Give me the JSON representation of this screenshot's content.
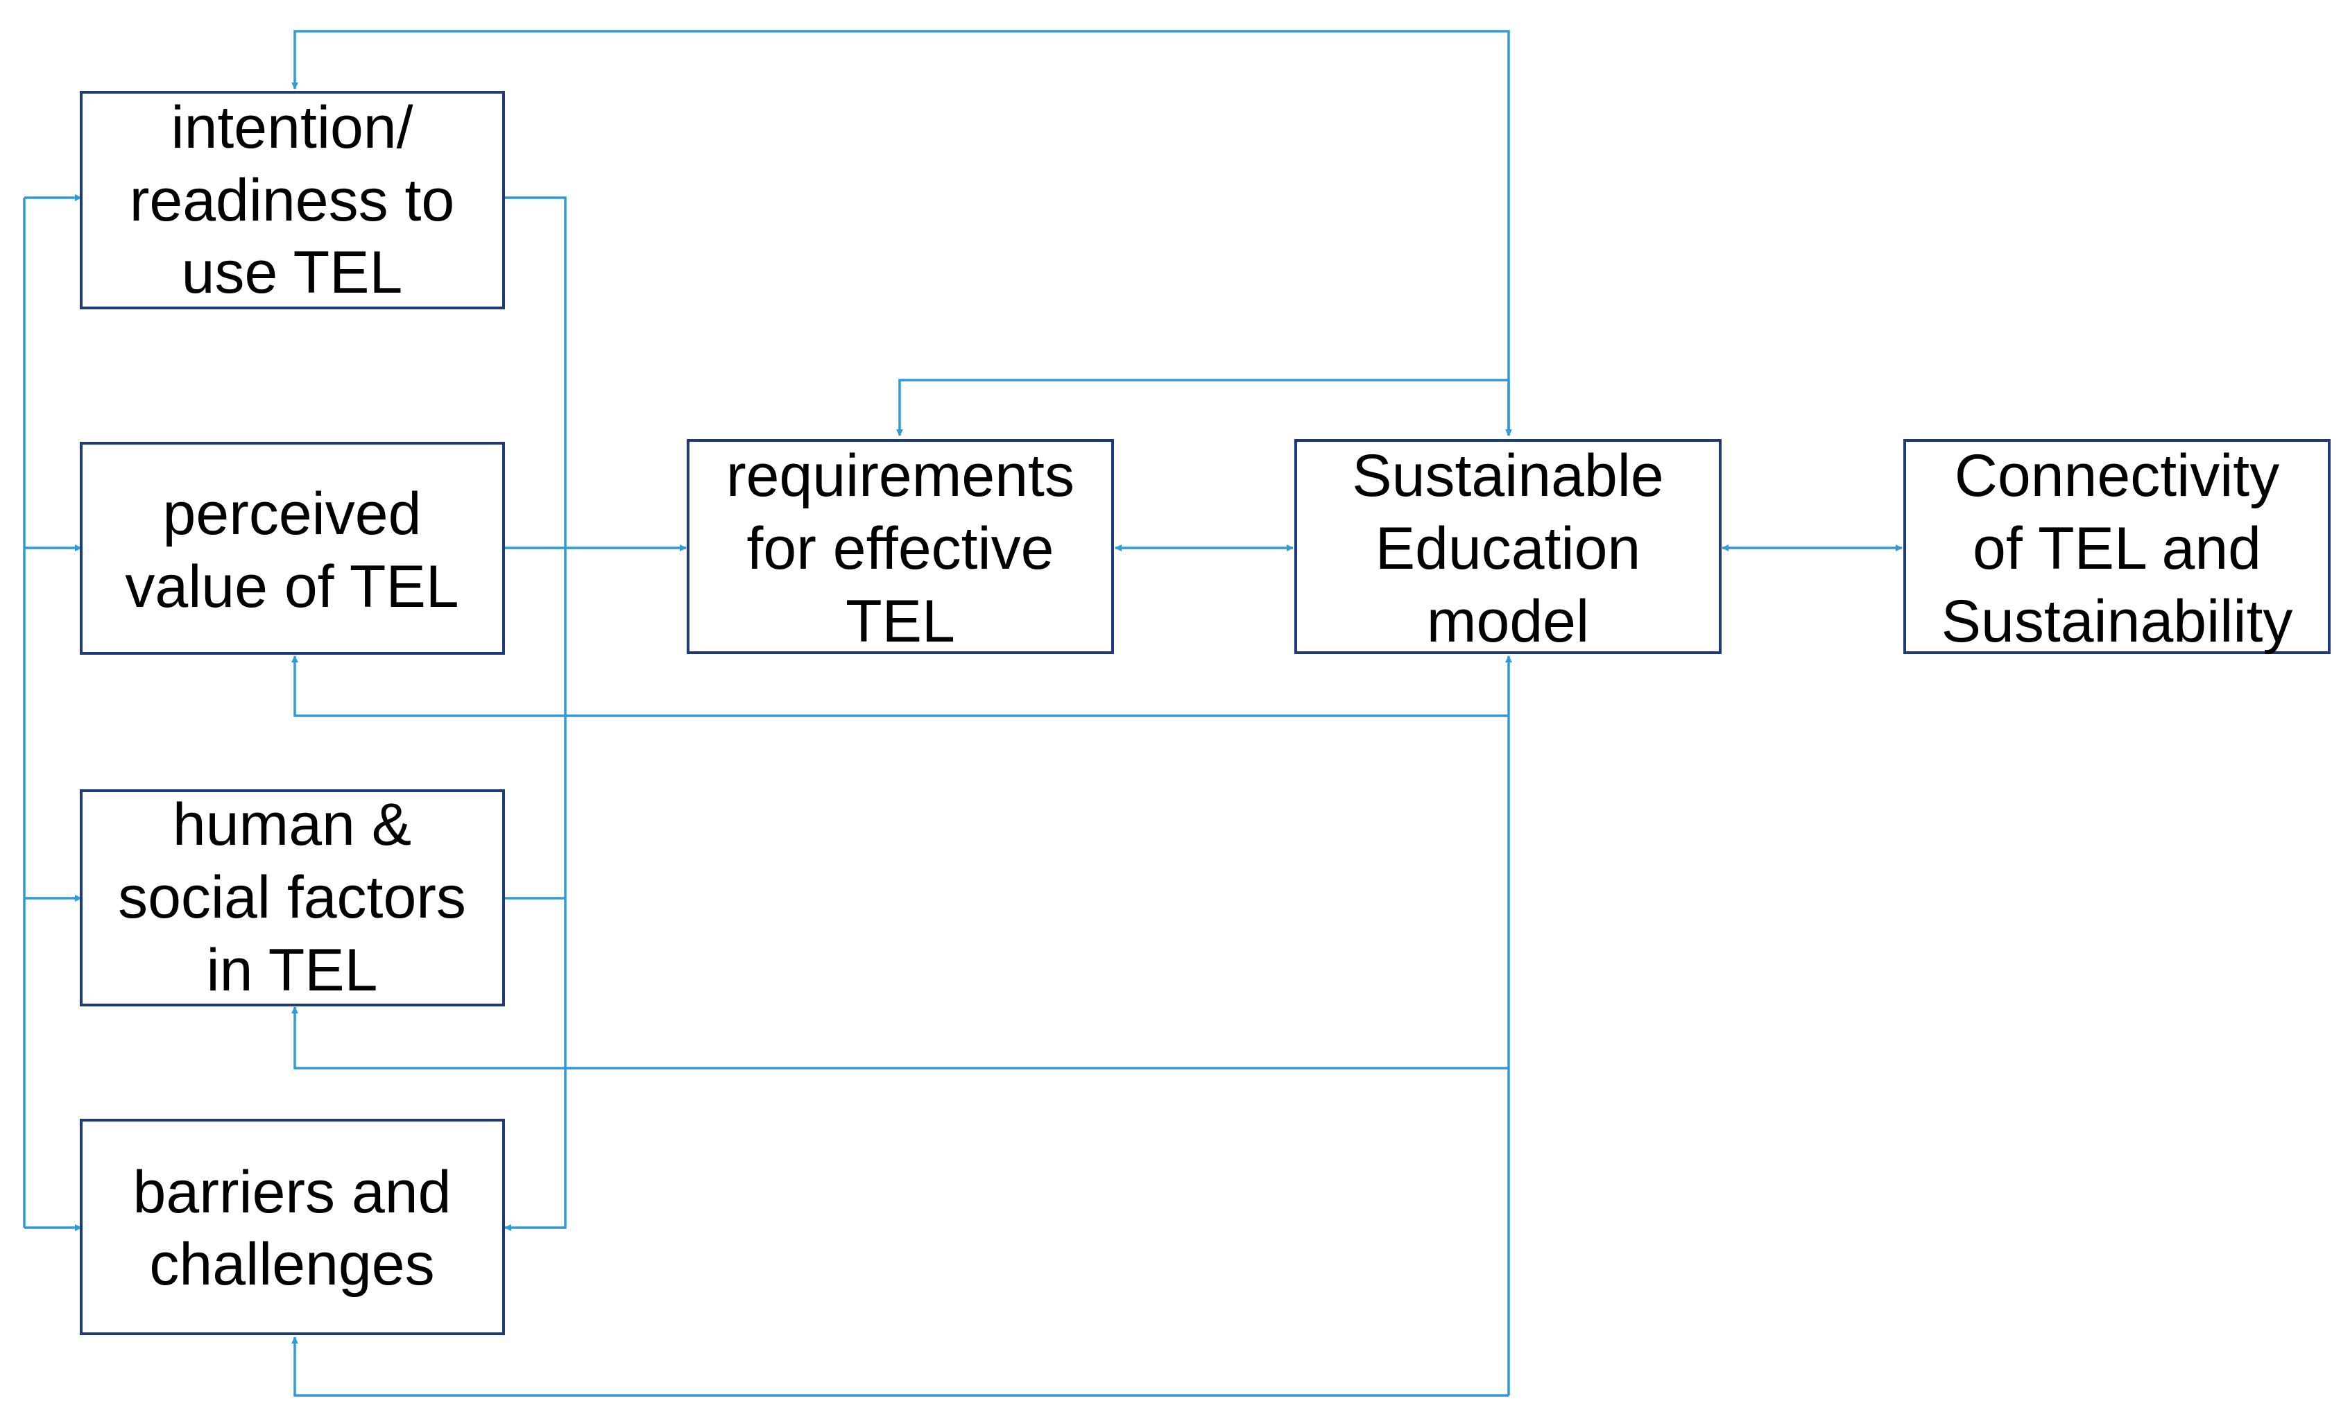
{
  "colors": {
    "box_border": "#1f3a7a",
    "connector": "#2f9ad8",
    "text": "#000000",
    "background": "#ffffff"
  },
  "boxes": {
    "intention": {
      "lines": [
        "intention/",
        "readiness to",
        "use TEL"
      ]
    },
    "perceived": {
      "lines": [
        "perceived",
        "value of TEL"
      ]
    },
    "human": {
      "lines": [
        "human &",
        "social factors",
        "in TEL"
      ]
    },
    "barriers": {
      "lines": [
        "barriers and",
        "challenges"
      ]
    },
    "requirements": {
      "lines": [
        "requirements",
        "for effective",
        "TEL"
      ]
    },
    "sustainable": {
      "lines": [
        "Sustainable",
        "Education",
        "model"
      ]
    },
    "connectivity": {
      "lines": [
        "Connectivity",
        "of TEL and",
        "Sustainability"
      ]
    }
  }
}
